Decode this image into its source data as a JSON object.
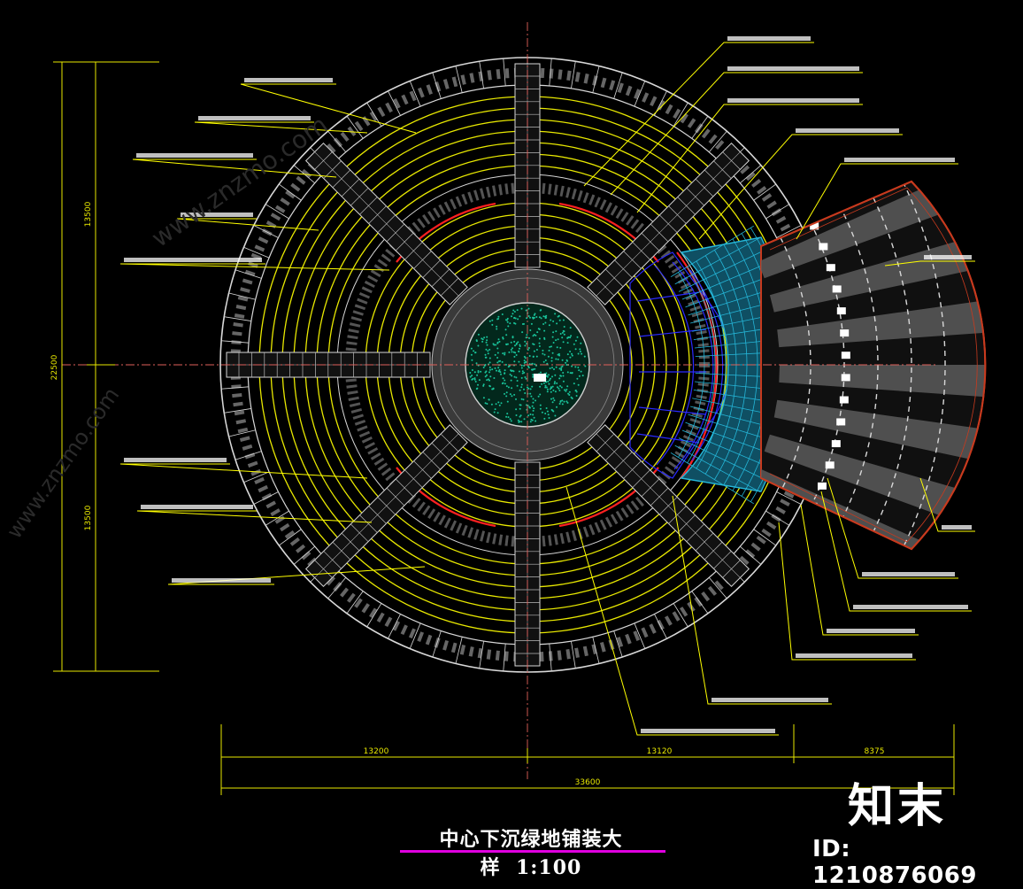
{
  "drawing": {
    "title": "中心下沉绿地铺装大样",
    "scale": "1:100"
  },
  "dimensions": {
    "left_total": "22500",
    "left_upper": "13500",
    "left_lower": "13500",
    "bottom_left": "13200",
    "bottom_mid": "13120",
    "bottom_right": "8375",
    "bottom_total": "33600"
  },
  "watermark": {
    "logo_text": "知末",
    "id_text": "ID: 1210876069",
    "url_text": "www.znzmo.com"
  },
  "colors": {
    "background": "#000000",
    "ring_yellow": "#e8e800",
    "paving_white": "#d8d8d8",
    "accent_red": "#ff2020",
    "step_blue": "#2a2aff",
    "water_cyan": "#25b6d8",
    "ramp_red": "#c83a1e",
    "planting_green": "#19c39a",
    "leader_yellow": "#ffff00",
    "centerline": "#e0605a",
    "title_underline": "#e000e0"
  }
}
